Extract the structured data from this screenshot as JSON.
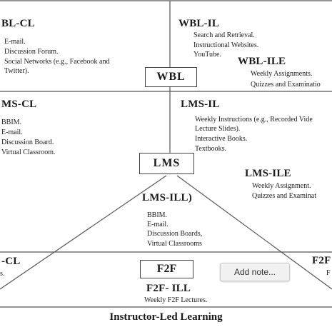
{
  "wbl_cl": {
    "title": "BL-CL",
    "items": [
      "E-mail.",
      "Discussion Forum.",
      "Social Networks (e.g., Facebook and",
      "Twitter)."
    ]
  },
  "wbl_il": {
    "title": "WBL-IL",
    "items": [
      "Search and Retrieval.",
      "Instructional Websites.",
      "YouTube."
    ]
  },
  "wbl_ile": {
    "title": "WBL-ILE",
    "items": [
      "Weekly Assignments.",
      "Quizzes and Examinatio"
    ]
  },
  "wbl_box": "WBL",
  "lms_cl": {
    "title": "MS-CL",
    "items": [
      "BBIM.",
      "E-mail.",
      "Discussion Board.",
      "Virtual Classroom."
    ]
  },
  "lms_il": {
    "title": "LMS-IL",
    "items": [
      "Weekly Instructions (e.g., Recorded Vide",
      "Lecture Slides).",
      "Interactive Books.",
      "Textbooks."
    ]
  },
  "lms_box": "LMS",
  "lms_ile": {
    "title": "LMS-ILE",
    "items": [
      "Weekly Assignment.",
      "Quizzes and Examinat"
    ]
  },
  "lms_ill": {
    "title": "LMS-ILL)",
    "items": [
      "BBIM.",
      "E-mail.",
      "Discussion Boards,",
      "Virtual Classrooms"
    ]
  },
  "f2f_cl": {
    "title": "-CL",
    "items": [
      "s."
    ]
  },
  "f2f_box": "F2F",
  "f2f_right": {
    "title": "F2F",
    "items": [
      "F"
    ]
  },
  "f2f_ill": {
    "title": "F2F- ILL",
    "items": [
      "Weekly F2F Lectures."
    ]
  },
  "add_note_label": "Add note...",
  "footer": "Instructor-Led Learning"
}
